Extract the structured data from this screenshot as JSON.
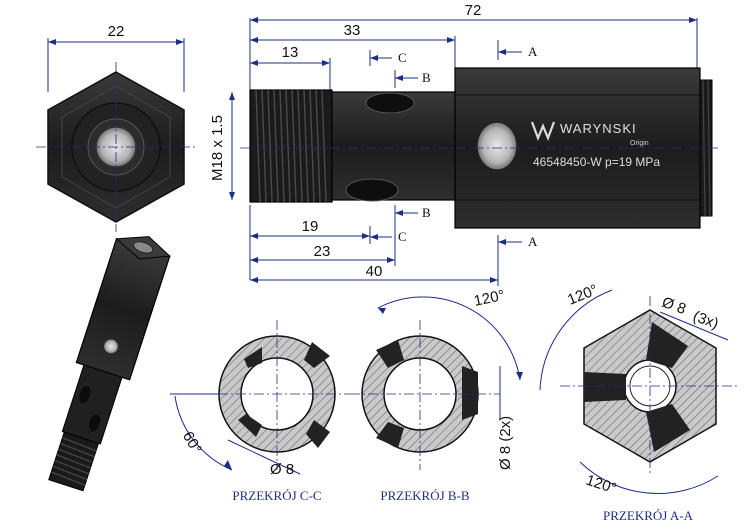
{
  "diagram": {
    "top_view": {
      "width_dim": "22"
    },
    "side_view": {
      "overall_length": "72",
      "dim_33": "33",
      "dim_13": "13",
      "thread": "M18 x 1.5",
      "dim_19": "19",
      "dim_23": "23",
      "dim_40": "40",
      "cut_labels": {
        "a": "A",
        "b": "B",
        "c": "C"
      }
    },
    "brand": {
      "logo_text": "WARYNSKI",
      "logo_sub": "Origin",
      "marking": "46548450-W p=19 MPa"
    },
    "sections": {
      "cc": {
        "title": "PRZEKRÓJ C-C",
        "angle": "60°",
        "hole": "Ø 8"
      },
      "bb": {
        "title": "PRZEKRÓJ B-B",
        "angle": "120°",
        "hole": "Ø 8 (2x)"
      },
      "aa": {
        "title": "PRZEKRÓJ A-A",
        "angle_top": "120°",
        "angle_bottom": "120°",
        "hole": "Ø 8",
        "count": "(3x)"
      }
    }
  },
  "colors": {
    "dimension_line": "#1e2e88",
    "body": "#2a2a2a",
    "hatch": "#9a9a9a"
  }
}
